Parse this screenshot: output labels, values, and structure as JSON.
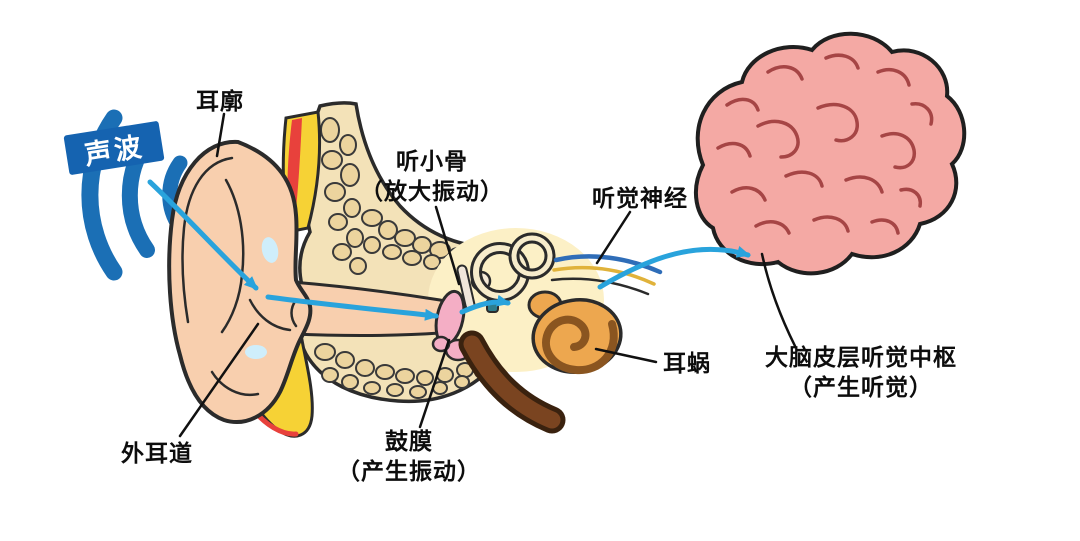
{
  "figure": {
    "type": "anatomical-diagram",
    "subject": "hearing pathway through the human ear to the brain"
  },
  "labels": {
    "sound_wave": "声波",
    "auricle": "耳廓",
    "external_canal": "外耳道",
    "ossicles": "听小骨",
    "ossicles_note": "（放大振动）",
    "eardrum": "鼓膜",
    "eardrum_note": "（产生振动）",
    "auditory_nerve": "听觉神经",
    "cochlea": "耳蜗",
    "cortex": "大脑皮层听觉中枢",
    "cortex_note": "（产生听觉）"
  },
  "colors": {
    "arrow_blue": "#29a3dc",
    "wave_blue": "#1b6fb5",
    "banner_blue": "#1563b0",
    "skin_pink": "#f8cfae",
    "bone_beige": "#f3e2b8",
    "pebble_beige": "#ecd49e",
    "cartilage_yellow": "#f6d235",
    "accent_red": "#e8413c",
    "cochlea_orange": "#eda74f",
    "tube_brown": "#7a4420",
    "brain_pink": "#f4a9a4",
    "brain_fold": "#a64545",
    "eardrum_pink": "#f4aec5",
    "highlight_blue": "#cfeefb"
  }
}
